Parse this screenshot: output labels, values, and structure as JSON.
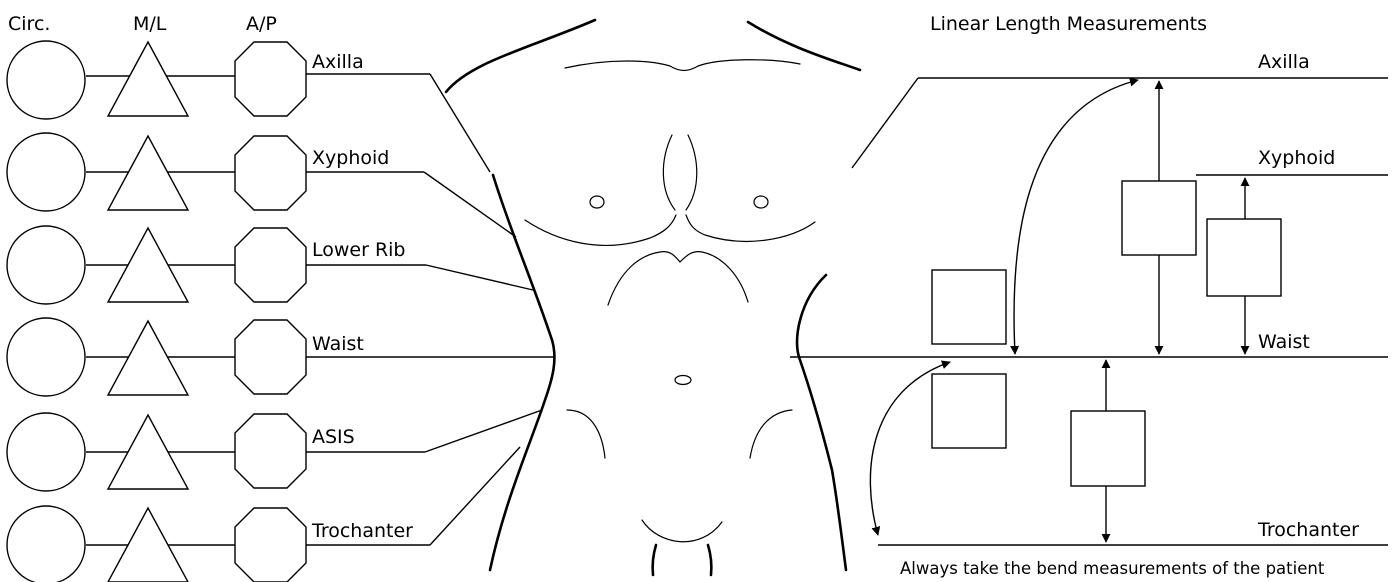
{
  "headers": {
    "circ": "Circ.",
    "ml": "M/L",
    "ap": "A/P",
    "linear_title": "Linear Length Measurements"
  },
  "levels": [
    {
      "key": "axilla",
      "label": "Axilla"
    },
    {
      "key": "xyphoid",
      "label": "Xyphoid"
    },
    {
      "key": "lower_rib",
      "label": "Lower Rib"
    },
    {
      "key": "waist",
      "label": "Waist"
    },
    {
      "key": "asis",
      "label": "ASIS"
    },
    {
      "key": "trochanter",
      "label": "Trochanter"
    }
  ],
  "right_labels": {
    "axilla": "Axilla",
    "xyphoid": "Xyphoid",
    "waist": "Waist",
    "trochanter": "Trochanter"
  },
  "note": "Always take the bend measurements of the patient"
}
